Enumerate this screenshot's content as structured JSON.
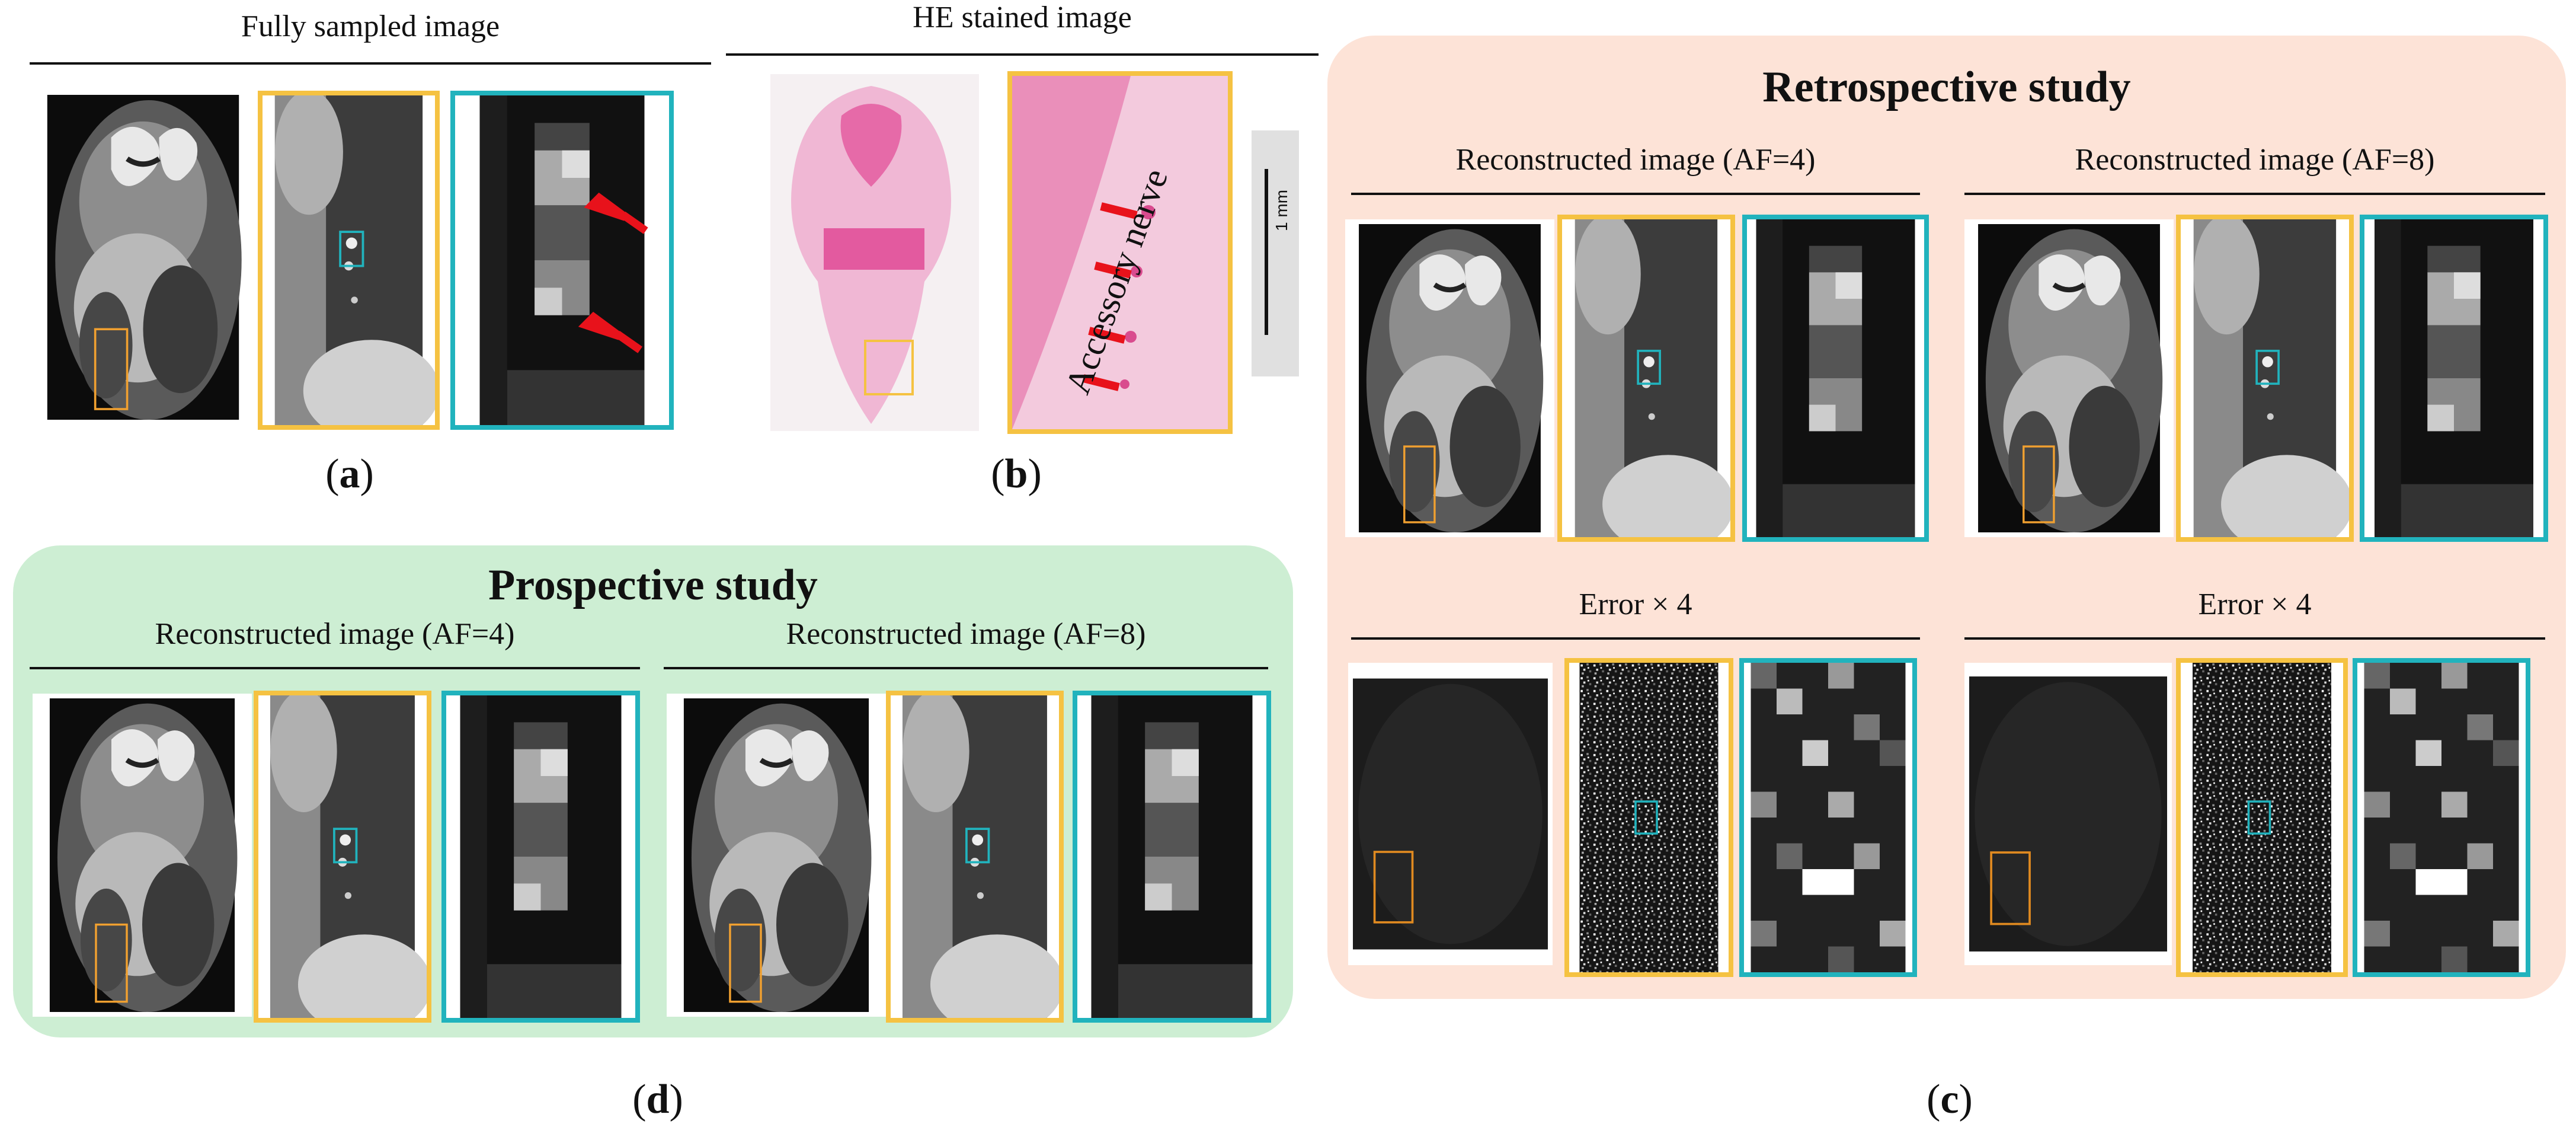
{
  "panels": {
    "a": {
      "header": "Fully sampled image",
      "label": "a"
    },
    "b": {
      "header": "HE stained image",
      "label": "b",
      "annotation": "Accessory nerve",
      "scale_bar": "1 mm"
    },
    "c": {
      "title": "Retrospective study",
      "label": "c",
      "recon_af4": "Reconstructed image (AF=4)",
      "recon_af8": "Reconstructed image (AF=8)",
      "error_af4": "Error × 4",
      "error_af8": "Error × 4"
    },
    "d": {
      "title": "Prospective study",
      "label": "d",
      "recon_af4": "Reconstructed image (AF=4)",
      "recon_af8": "Reconstructed image (AF=8)"
    }
  },
  "colors": {
    "retro_bg": "#fde3d7",
    "prosp_bg": "#cdeed3",
    "orange_frame": "#f5c242",
    "cyan_frame": "#21b3bd",
    "arrow": "#e8121b",
    "stain_pink": "#e66aa8"
  }
}
